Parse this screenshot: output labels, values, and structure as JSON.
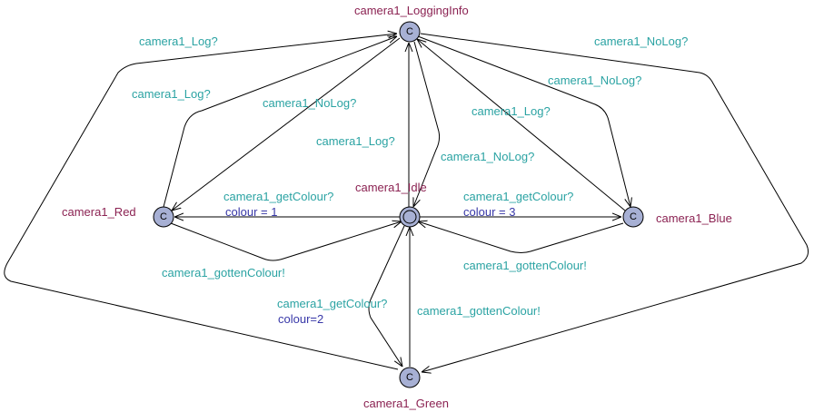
{
  "locations": {
    "logging": {
      "name": "camera1_LoggingInfo",
      "committed_marker": "C"
    },
    "red": {
      "name": "camera1_Red",
      "committed_marker": "C"
    },
    "idle": {
      "name": "camera1_Idle",
      "committed_marker": ""
    },
    "blue": {
      "name": "camera1_Blue",
      "committed_marker": "C"
    },
    "green": {
      "name": "camera1_Green",
      "committed_marker": "C"
    }
  },
  "edges": {
    "outer_left_log": {
      "sync": "camera1_Log?"
    },
    "outer_right_nolog": {
      "sync": "camera1_NoLog?"
    },
    "red_log": {
      "sync": "camera1_Log?"
    },
    "red_nolog": {
      "sync": "camera1_NoLog?"
    },
    "idle_log": {
      "sync": "camera1_Log?"
    },
    "idle_nolog": {
      "sync": "camera1_NoLog?"
    },
    "blue_log": {
      "sync": "camera1_Log?"
    },
    "blue_nolog": {
      "sync": "camera1_NoLog?"
    },
    "idle_to_red": {
      "sync": "camera1_getColour?",
      "assign": "colour = 1"
    },
    "idle_to_blue": {
      "sync": "camera1_getColour?",
      "assign": "colour = 3"
    },
    "idle_to_green": {
      "sync": "camera1_getColour?",
      "assign": "colour=2"
    },
    "red_to_idle": {
      "sync": "camera1_gottenColour!"
    },
    "blue_to_idle": {
      "sync": "camera1_gottenColour!"
    },
    "green_to_idle": {
      "sync": "camera1_gottenColour!"
    }
  },
  "colors": {
    "location_name": "#8b2252",
    "synchronisation": "#2ba3a3",
    "assignment": "#3838a8",
    "location_fill": "#a7b0d4"
  }
}
